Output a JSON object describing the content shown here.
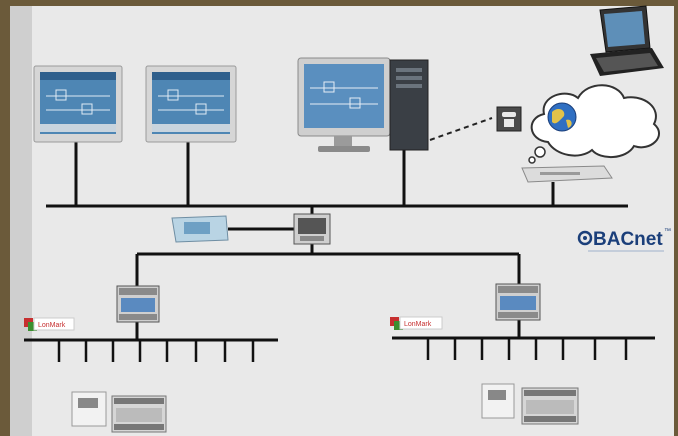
{
  "diagram": {
    "colors": {
      "background": "#e9e9e9",
      "left_bar": "#cfcfcf",
      "frame": "#6b5a3a",
      "bus_line": "#111111",
      "screen_blue": "#4e86b4",
      "bacnet_blue": "#1b3f7a",
      "lonmark_red": "#c62f2f",
      "lonmark_green": "#3b8f2f"
    },
    "nodes": [
      {
        "name": "touch-panel-1",
        "icon": "touch-panel"
      },
      {
        "name": "touch-panel-2",
        "icon": "touch-panel"
      },
      {
        "name": "workstation",
        "icon": "desktop-pc"
      },
      {
        "name": "telephone",
        "icon": "phone"
      },
      {
        "name": "internet-cloud",
        "icon": "cloud-globe"
      },
      {
        "name": "remote-laptop",
        "icon": "laptop"
      },
      {
        "name": "network-router",
        "icon": "router"
      },
      {
        "name": "system-controller",
        "icon": "controller"
      },
      {
        "name": "hmi-panel",
        "icon": "small-panel"
      },
      {
        "name": "lon-router-left",
        "icon": "lon-router"
      },
      {
        "name": "lon-router-right",
        "icon": "lon-router"
      },
      {
        "name": "room-devices-left",
        "icon": "room-device"
      },
      {
        "name": "room-devices-right",
        "icon": "room-device"
      }
    ],
    "labels": {
      "bacnet": "BACnet",
      "bacnet_tm": "™",
      "lonmark_left": "LonMark",
      "lonmark_right": "LonMark"
    }
  }
}
